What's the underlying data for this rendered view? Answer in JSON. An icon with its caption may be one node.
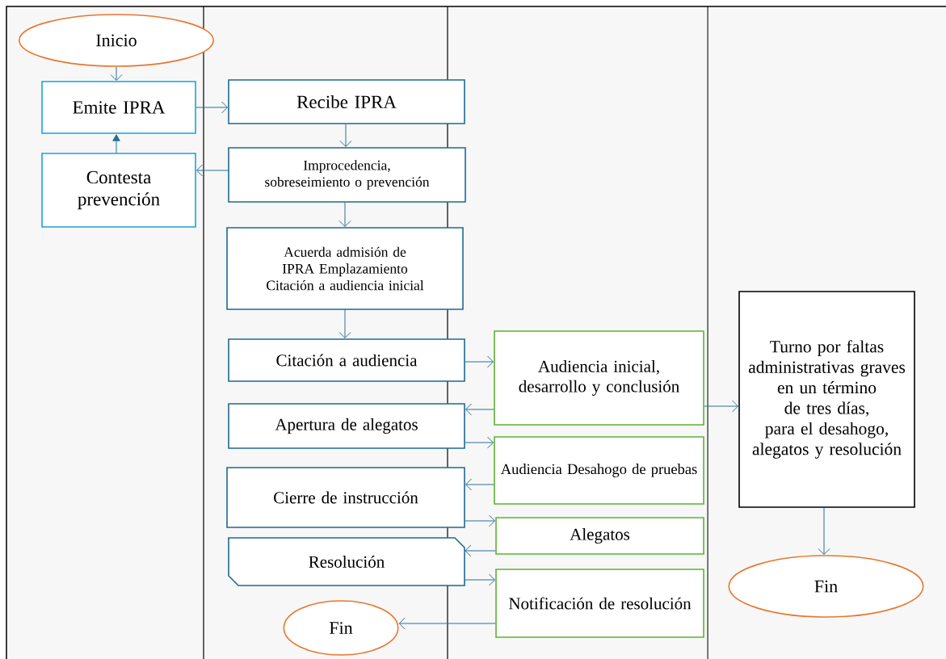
{
  "diagram": {
    "nodes": [
      {
        "text": [
          "Inicio"
        ]
      },
      {
        "text": [
          "Emite IPRA"
        ]
      },
      {
        "text": [
          "Recibe IPRA"
        ]
      },
      {
        "text": [
          "Contesta prevención"
        ]
      },
      {
        "text": [
          "Improcedencia, sobreseimiento o prevención"
        ]
      },
      {
        "text": [
          "Acuerda admisión de IPRA Emplazamiento Citación a audiencia inicial"
        ]
      },
      {
        "text": [
          "Citación a audiencia"
        ]
      },
      {
        "text": [
          "Audiencia inicial, desarrollo y conclusión"
        ]
      },
      {
        "text": [
          "Apertura de alegatos"
        ]
      },
      {
        "text": [
          "Audiencia Desahogo de pruebas"
        ]
      },
      {
        "text": [
          "Cierre de instrucción"
        ]
      },
      {
        "text": [
          "Alegatos"
        ]
      },
      {
        "text": [
          "Resolución"
        ]
      },
      {
        "text": [
          "Notificación de resolución"
        ]
      },
      {
        "text": [
          "Fin"
        ]
      },
      {
        "text": [
          "Turno por faltas administrativas graves en un término de tres días, para el desahogo, alegatos y resolución"
        ]
      },
      {
        "text": [
          "Fin"
        ]
      }
    ],
    "edges": [
      {
        "from": 0,
        "to": 1,
        "arrow": "to"
      },
      {
        "from": 1,
        "to": 2,
        "arrow": "to"
      },
      {
        "from": 2,
        "to": 4,
        "arrow": "to"
      },
      {
        "from": 4,
        "to": 3,
        "arrow": "to"
      },
      {
        "from": 3,
        "to": 1,
        "arrow": "to"
      },
      {
        "from": 4,
        "to": 5,
        "arrow": "to"
      },
      {
        "from": 5,
        "to": 6,
        "arrow": "to"
      },
      {
        "from": 6,
        "to": 7,
        "arrow": "to"
      },
      {
        "from": 7,
        "to": 8,
        "arrow": "to"
      },
      {
        "from": 8,
        "to": 9,
        "arrow": "to"
      },
      {
        "from": 9,
        "to": 10,
        "arrow": "to"
      },
      {
        "from": 10,
        "to": 11,
        "arrow": "to"
      },
      {
        "from": 11,
        "to": 12,
        "arrow": "to"
      },
      {
        "from": 12,
        "to": 13,
        "arrow": "to"
      },
      {
        "from": 13,
        "to": 14,
        "arrow": "to"
      },
      {
        "from": 7,
        "to": 15,
        "arrow": "to"
      },
      {
        "from": 15,
        "to": 16,
        "arrow": "to"
      }
    ]
  }
}
